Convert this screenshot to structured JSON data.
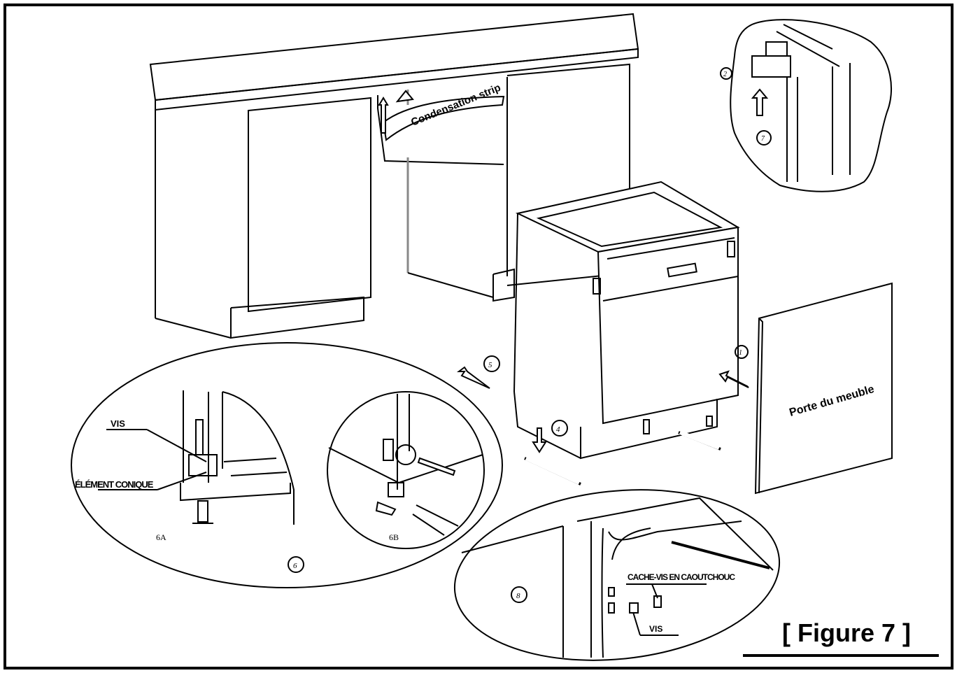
{
  "figure_title": "[ Figure 7 ]",
  "labels": {
    "condensation_strip": "Condensation strip",
    "cabinet_door": "Porte du meuble",
    "screw_6a": "VIS",
    "conical_element": "ÉLÉMENT CONIQUE",
    "sub_6a": "6A",
    "sub_6b": "6B",
    "rubber_screw_cover": "CACHE-VIS EN CAOUTCHOUC",
    "screw_8": "VIS"
  },
  "step_markers": [
    "1",
    "2",
    "4",
    "5",
    "6",
    "7",
    "8"
  ]
}
